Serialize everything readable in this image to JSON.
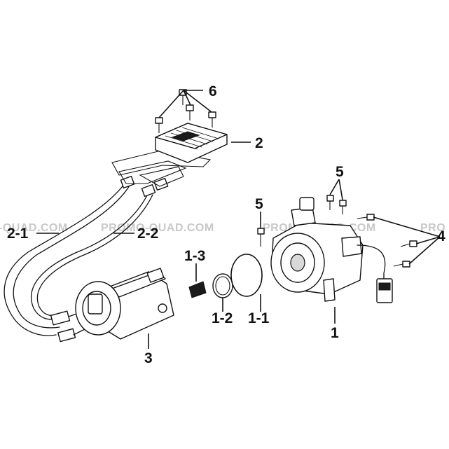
{
  "watermark": {
    "left": "-QUAD.COM",
    "center": "PROMO-QUAD.COM",
    "right_center": "PROMO-QUAD.COM",
    "right": "PRO"
  },
  "callouts": {
    "label_1": "1",
    "label_1_1": "1-1",
    "label_1_2": "1-2",
    "label_1_3": "1-3",
    "label_2": "2",
    "label_2_1": "2-1",
    "label_2_2": "2-2",
    "label_3": "3",
    "label_4": "4",
    "label_5_top": "5",
    "label_5_left": "5",
    "label_6": "6"
  },
  "colors": {
    "line": "#111111",
    "watermark": "#c8c8c8",
    "background": "#ffffff"
  }
}
